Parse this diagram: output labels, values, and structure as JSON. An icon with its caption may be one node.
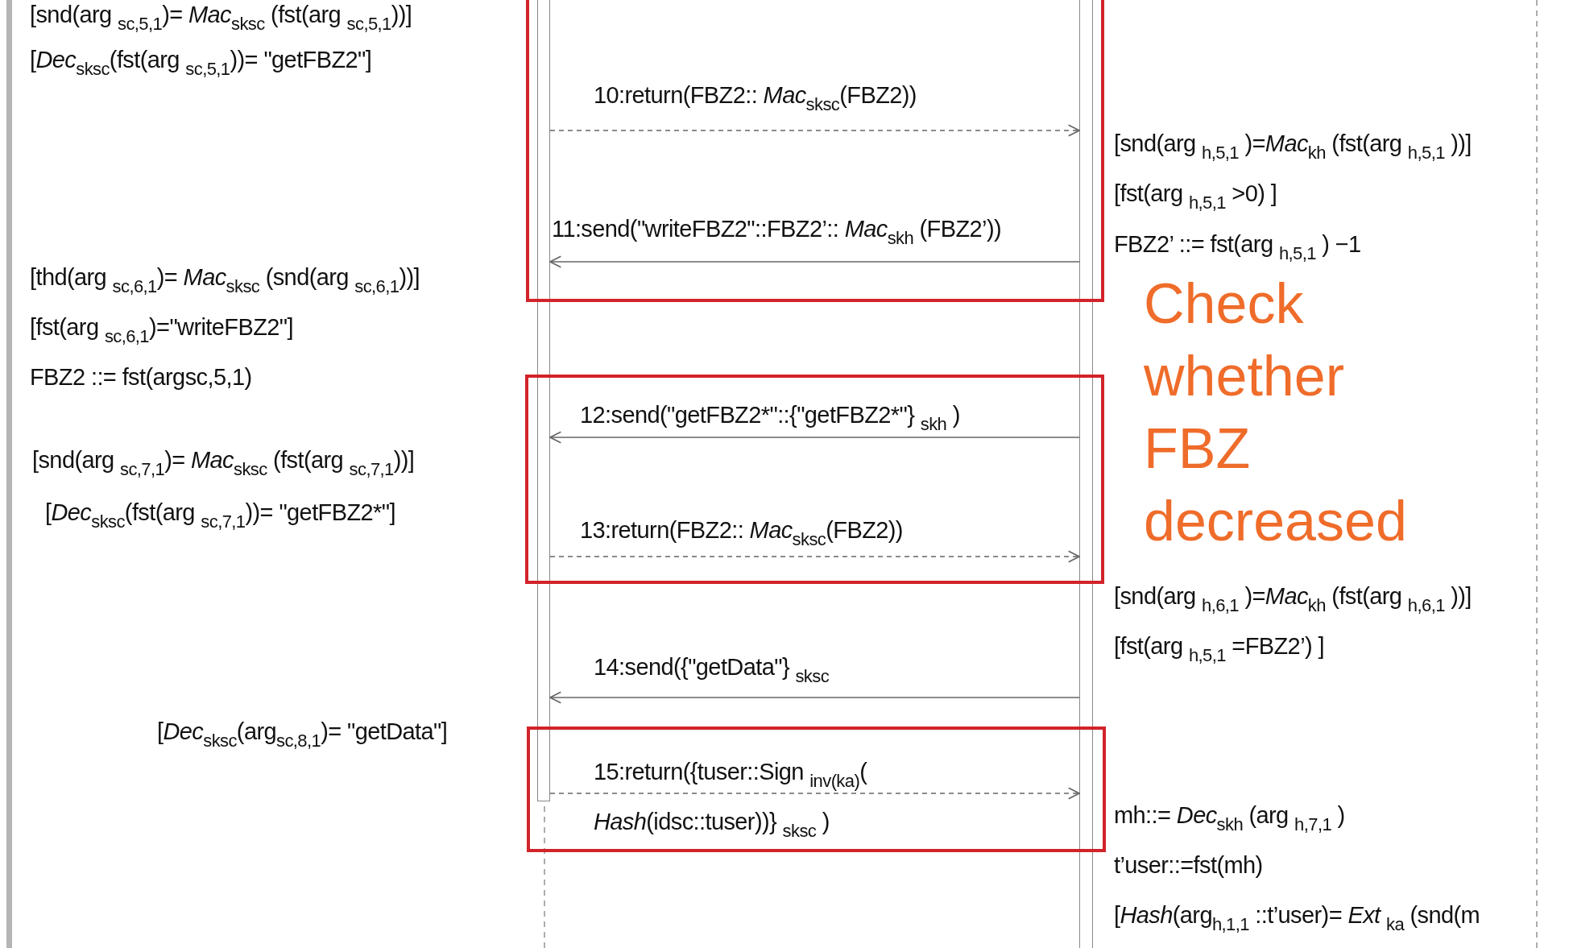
{
  "diagram": {
    "nodes": [
      {
        "text": [],
        "shape": "bar"
      },
      {
        "text": [],
        "shape": "bar"
      }
    ],
    "edges": [
      {
        "from": 0,
        "to": 1,
        "arrow": "to",
        "style": "dashed",
        "label": "10:return(FBZ2:: *Mac*$_{sksc}$(FBZ2))"
      },
      {
        "from": 1,
        "to": 0,
        "arrow": "to",
        "label": "11:send(\"writeFBZ2\"::FBZ2’:: *Mac*$_{skh}$ (FBZ2’))"
      },
      {
        "from": 1,
        "to": 0,
        "arrow": "to",
        "label": "12:send(\"getFBZ2*\"::{\"getFBZ2*\"} $_{skh}$ )"
      },
      {
        "from": 0,
        "to": 1,
        "arrow": "to",
        "style": "dashed",
        "label": "13:return(FBZ2:: *Mac*$_{sksc}$(FBZ2))"
      },
      {
        "from": 1,
        "to": 0,
        "arrow": "to",
        "label": "14:send({\"getData\"} $_{sksc}$"
      },
      {
        "from": 0,
        "to": 1,
        "arrow": "to",
        "style": "dashed",
        "label": "15:return({tuser::Sign $_{inv(ka)}$( *Hash*(idsc::tuser))} $_{sksc}$ )"
      }
    ],
    "labels": [
      "[snd(arg $_{sc,5,1}$)= *Mac*$_{sksc}$ (fst(arg $_{sc,5,1}$))]",
      "[*Dec*$_{sksc}$(fst(arg $_{sc,5,1}$))= \"getFBZ2\"]",
      "[snd(arg $_{h,5,1}$ )=*Mac*$_{kh}$ (fst(arg $_{h,5,1}$ ))]",
      "[fst(arg $_{h,5,1}$ >0) ]",
      "FBZ2’ ::= fst(arg $_{h,5,1}$ ) −1",
      "[thd(arg $_{sc,6,1}$)= *Mac*$_{sksc}$ (snd(arg $_{sc,6,1}$))]",
      "[fst(arg $_{sc,6,1}$)=\"writeFBZ2\"]",
      "FBZ2 ::= fst(argsc,5,1)",
      "Check whether FBZ decreased",
      "[snd(arg $_{sc,7,1}$)= *Mac*$_{sksc}$ (fst(arg $_{sc,7,1}$))]",
      "[*Dec*$_{sksc}$(fst(arg $_{sc,7,1}$))= \"getFBZ2*\"]",
      "[snd(arg $_{h,6,1}$ )=*Mac*$_{kh}$ (fst(arg $_{h,6,1}$ ))]",
      "[fst(arg $_{h,5,1}$ =FBZ2’) ]",
      "[*Dec*$_{sksc}$(arg$_{sc,8,1}$)= \"getData\"]",
      "mh::= *Dec*$_{skh}$ (arg $_{h,7,1}$ )",
      "t’user::=fst(mh)",
      "[*Hash*(arg$_{h,1,1}$ ::t’user)= *Ext* $_{ka}$ (snd(m"
    ]
  }
}
